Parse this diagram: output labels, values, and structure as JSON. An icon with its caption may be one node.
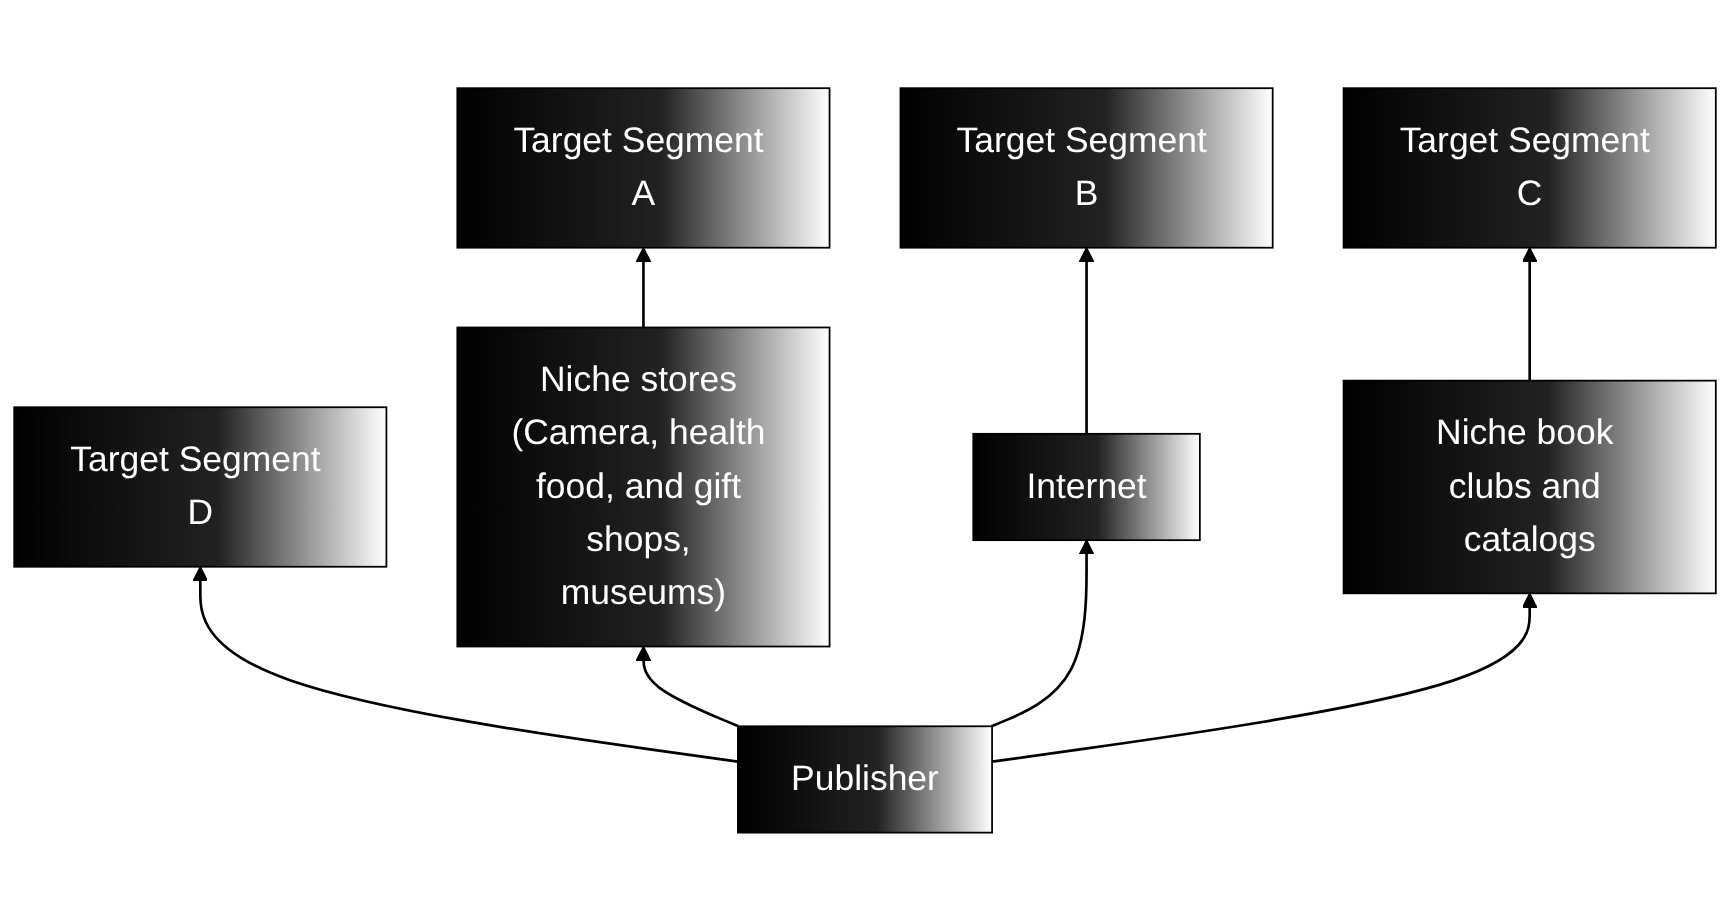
{
  "diagram": {
    "nodes": [
      {
        "text": [
          "Target Segment A"
        ]
      },
      {
        "text": [
          "Target Segment B"
        ]
      },
      {
        "text": [
          "Target Segment C"
        ]
      },
      {
        "text": [
          "Target Segment D"
        ]
      },
      {
        "text": [
          "Niche stores (Camera, health food, and gift shops, museums)"
        ]
      },
      {
        "text": [
          "Internet"
        ]
      },
      {
        "text": [
          "Niche book clubs and catalogs"
        ]
      },
      {
        "text": [
          "Publisher"
        ]
      }
    ],
    "edges": [
      {
        "from": 7,
        "to": 4,
        "arrow": "to"
      },
      {
        "from": 4,
        "to": 0,
        "arrow": "to"
      },
      {
        "from": 7,
        "to": 5,
        "arrow": "to"
      },
      {
        "from": 5,
        "to": 1,
        "arrow": "to"
      },
      {
        "from": 7,
        "to": 6,
        "arrow": "to"
      },
      {
        "from": 6,
        "to": 2,
        "arrow": "to"
      },
      {
        "from": 7,
        "to": 3,
        "arrow": "to"
      }
    ]
  }
}
